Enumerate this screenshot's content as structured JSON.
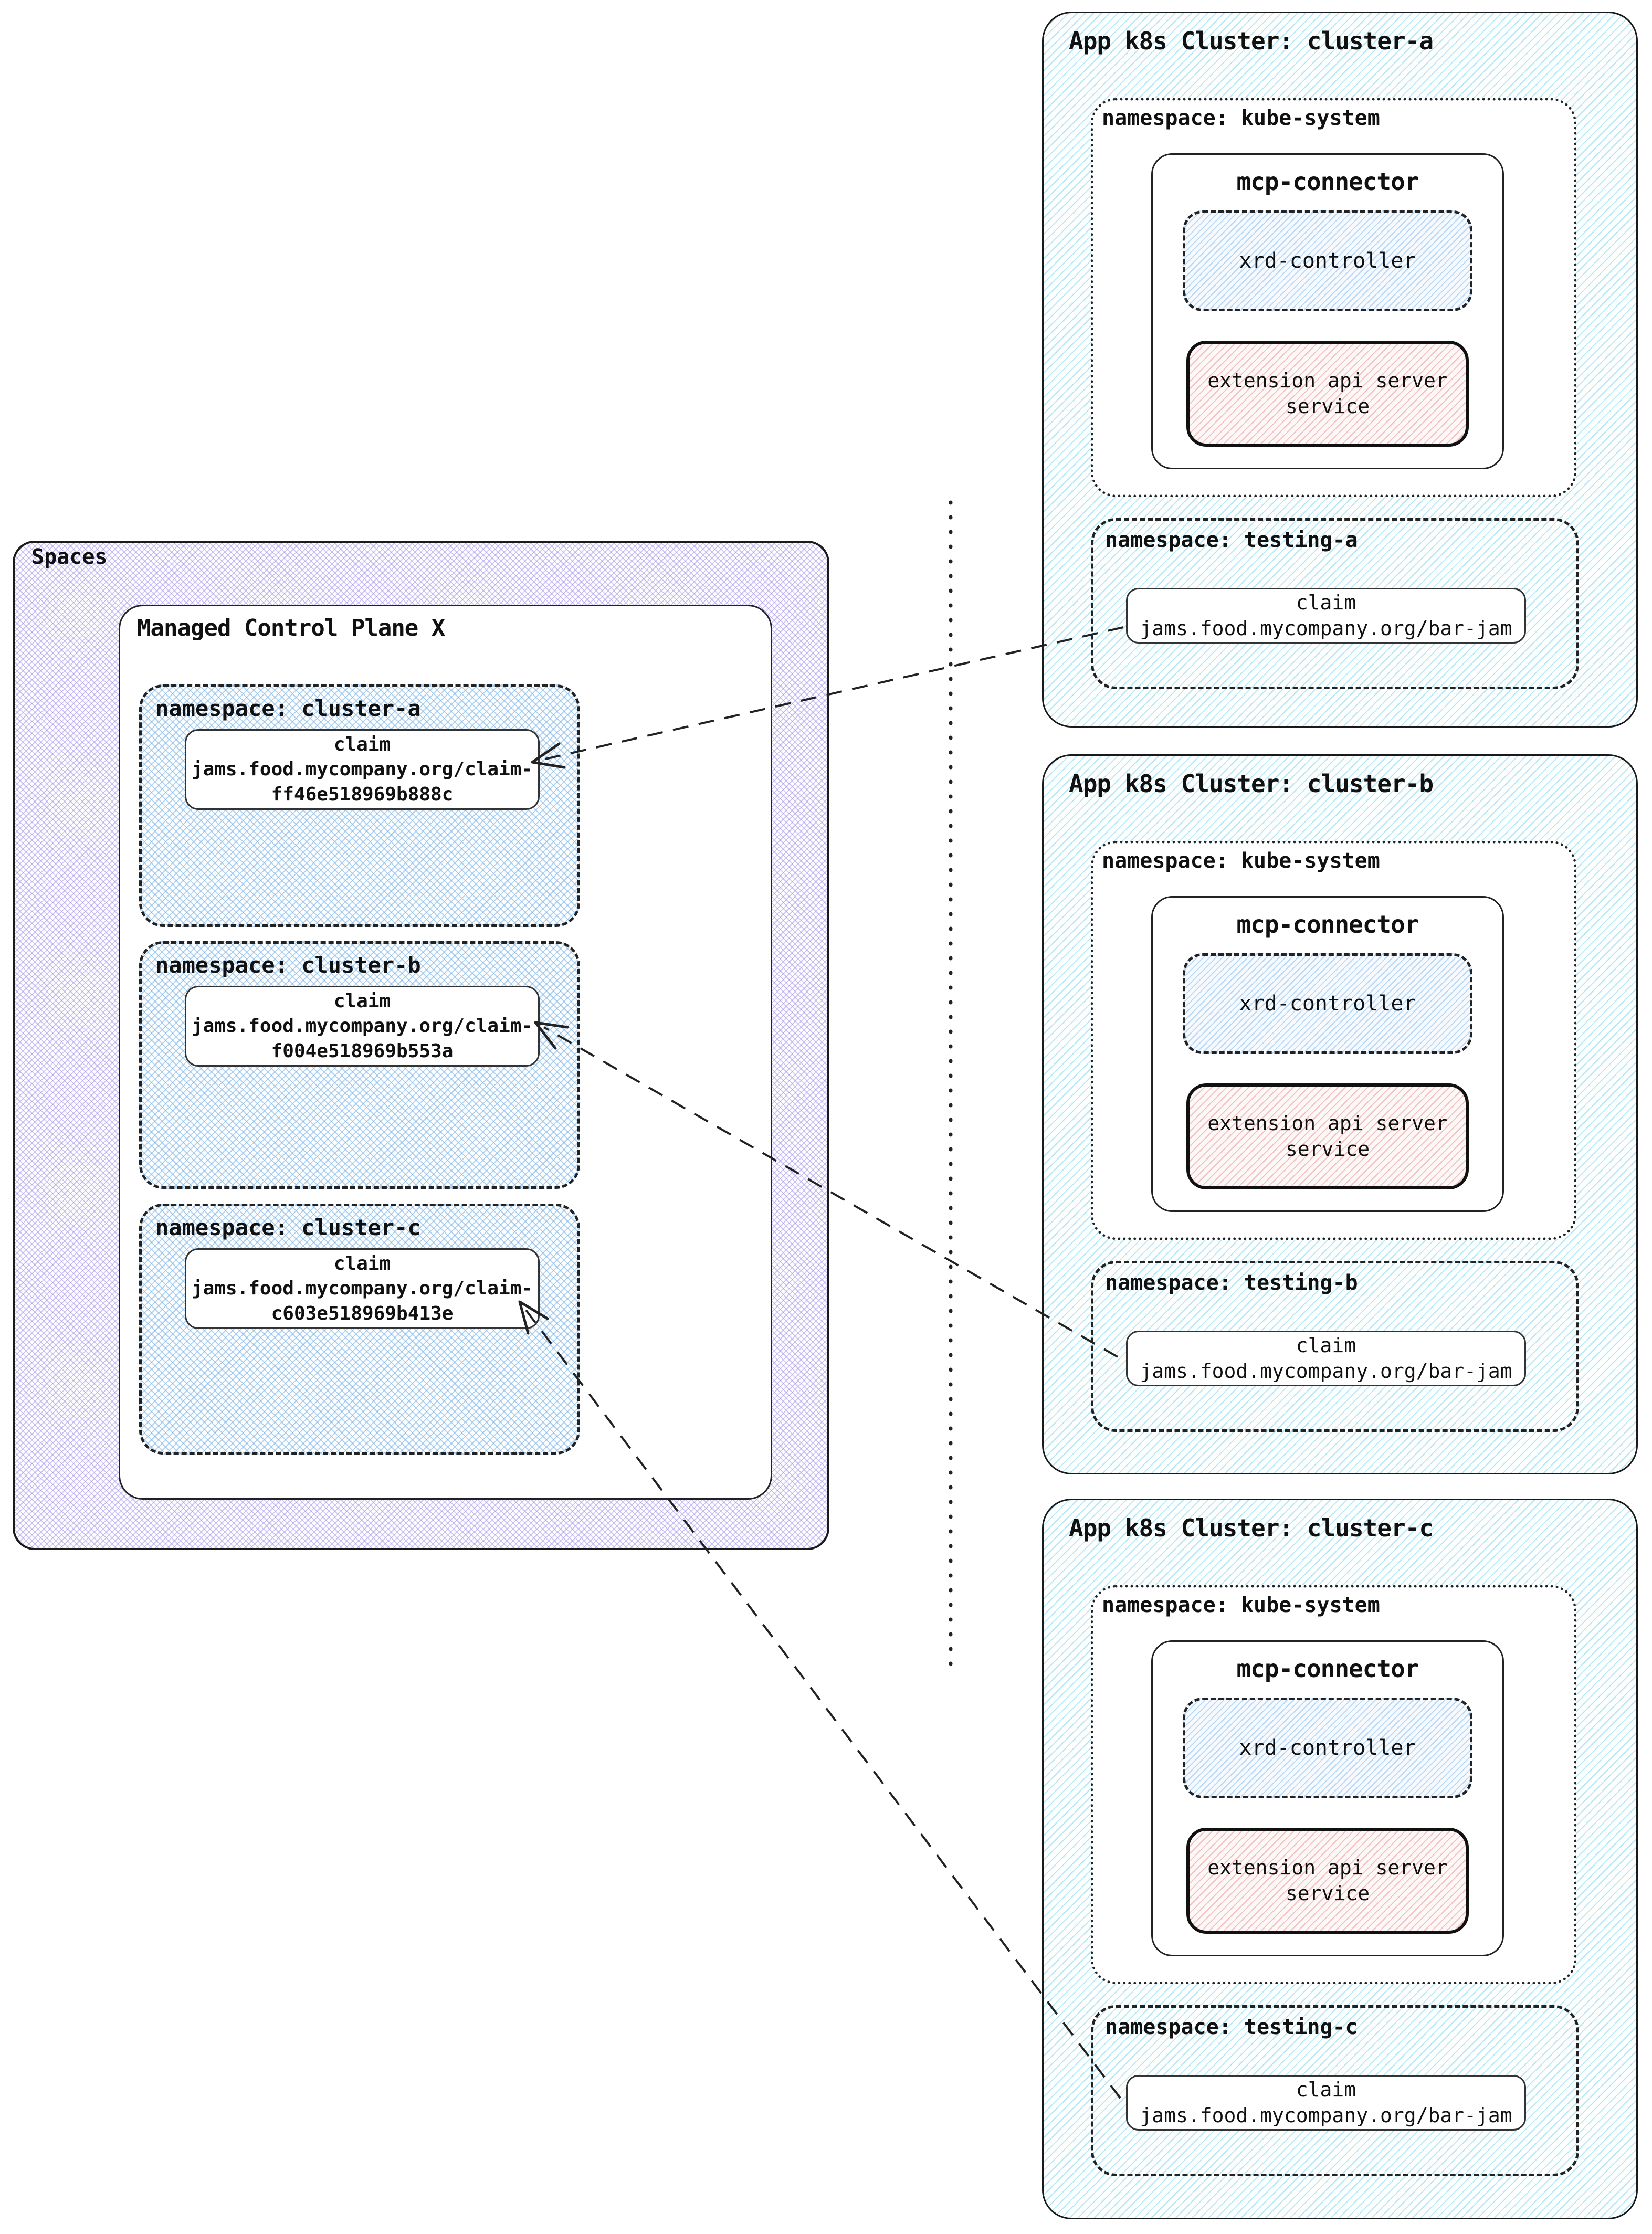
{
  "colors": {
    "border_dark": "#1a1a1a",
    "cluster_hatch_cyan": "#60c7e8",
    "spaces_hatch_purple": "#9682e4",
    "namespace_hatch_blue": "#6eaae4",
    "xrd_hatch_blue": "#78b4eb",
    "ext_api_hatch_red": "#e67878",
    "box_fill": "#ffffff",
    "line_color": "#222222"
  },
  "left": {
    "spaces_label": "Spaces",
    "control_plane_label": "Managed Control Plane X",
    "namespaces": [
      {
        "label": "namespace: cluster-a",
        "claim_title": "claim",
        "claim_name": "jams.food.mycompany.org/claim-ff46e518969b888c"
      },
      {
        "label": "namespace: cluster-b",
        "claim_title": "claim",
        "claim_name": "jams.food.mycompany.org/claim-f004e518969b553a"
      },
      {
        "label": "namespace: cluster-c",
        "claim_title": "claim",
        "claim_name": "jams.food.mycompany.org/claim-c603e518969b413e"
      }
    ]
  },
  "clusters": [
    {
      "title": "App k8s Cluster: cluster-a",
      "kube_system_label": "namespace: kube-system",
      "connector_label": "mcp-connector",
      "xrd_label": "xrd-controller",
      "ext_api_label": "extension api server service",
      "testing_label": "namespace: testing-a",
      "claim_title": "claim",
      "claim_name": "jams.food.mycompany.org/bar-jam"
    },
    {
      "title": "App k8s Cluster: cluster-b",
      "kube_system_label": "namespace: kube-system",
      "connector_label": "mcp-connector",
      "xrd_label": "xrd-controller",
      "ext_api_label": "extension api server service",
      "testing_label": "namespace: testing-b",
      "claim_title": "claim",
      "claim_name": "jams.food.mycompany.org/bar-jam"
    },
    {
      "title": "App k8s Cluster: cluster-c",
      "kube_system_label": "namespace: kube-system",
      "connector_label": "mcp-connector",
      "xrd_label": "xrd-controller",
      "ext_api_label": "extension api server service",
      "testing_label": "namespace: testing-c",
      "claim_title": "claim",
      "claim_name": "jams.food.mycompany.org/bar-jam"
    }
  ]
}
